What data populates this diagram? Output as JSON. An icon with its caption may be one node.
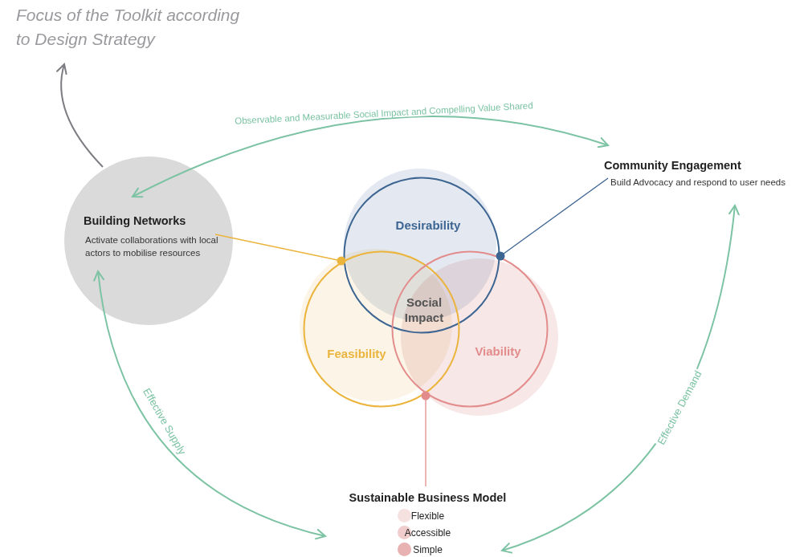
{
  "diagram": {
    "nodes": [
      {
        "text": [
          "Focus of the Toolkit according to Design Strategy"
        ]
      },
      {
        "text": [
          "Building Networks",
          "Activate collaborations with local actors to mobilise resources"
        ]
      },
      {
        "text": [
          "Community Engagement",
          "Build Advocacy and respond to user needs"
        ]
      },
      {
        "text": [
          "Desirability"
        ]
      },
      {
        "text": [
          "Feasibility"
        ]
      },
      {
        "text": [
          "Viability"
        ]
      },
      {
        "text": [
          "Sustainable Business Model",
          "Flexible",
          "Accessible",
          "Simple"
        ]
      }
    ],
    "edges": [
      {
        "from": 1,
        "to": 0,
        "arrow": "to",
        "color": "#7c7c82"
      },
      {
        "from": 2,
        "to": 1,
        "arrow": "both",
        "label": "Observable and Measurable Social Impact and Compelling Value Shared"
      },
      {
        "from": 1,
        "to": 6,
        "arrow": "both",
        "label": "Effective Supply"
      },
      {
        "from": 6,
        "to": 2,
        "arrow": "both",
        "label": "Effective Demand"
      },
      {
        "from": 1,
        "to": 4,
        "arrow": "other",
        "color": "#ebb43c"
      },
      {
        "from": 2,
        "to": 3,
        "arrow": "other",
        "color": "#3d6592"
      },
      {
        "from": 6,
        "to": 5,
        "arrow": "other",
        "color": "#e38c8c"
      }
    ],
    "labels": [
      "Social Impact"
    ]
  }
}
